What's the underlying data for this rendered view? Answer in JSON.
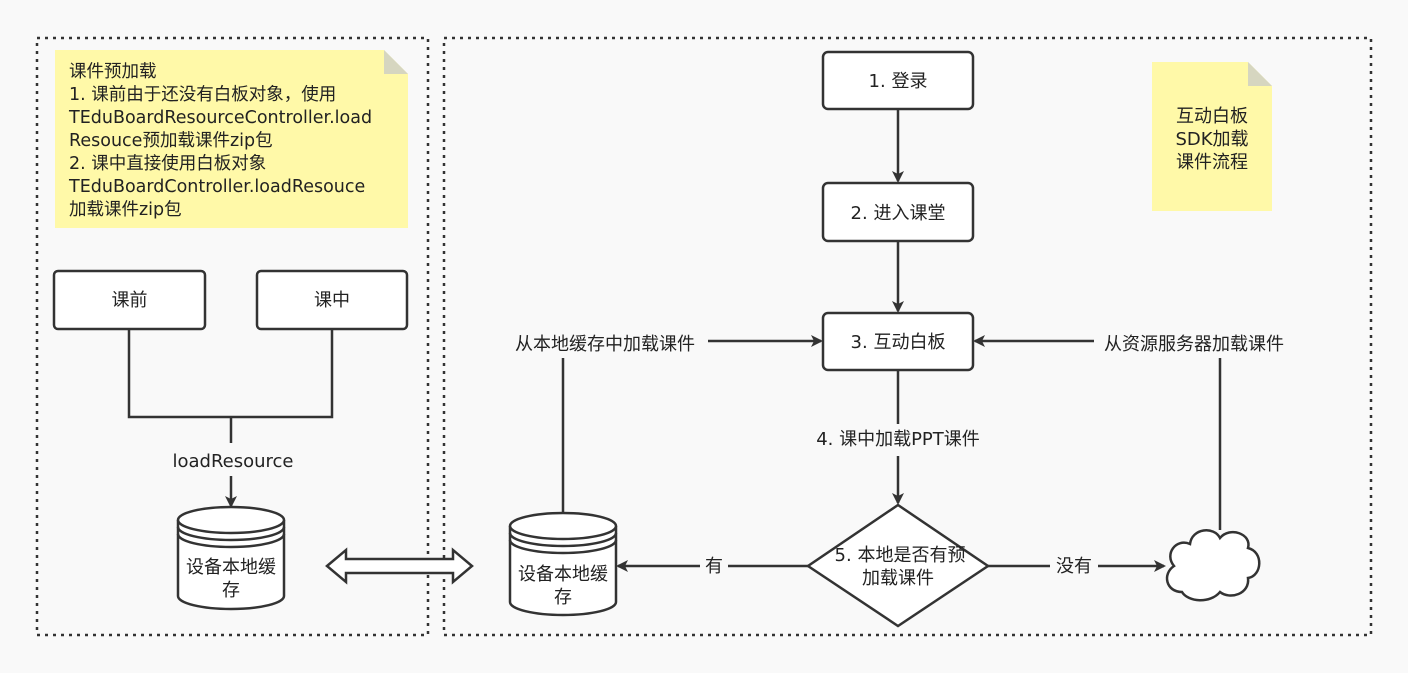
{
  "colors": {
    "background": "#f9f9f9",
    "stroke": "#333333",
    "note_fill": "#fff9a8",
    "note_fold": "#d6d6c0",
    "text": "#222222"
  },
  "left_panel": {
    "note": {
      "lines": [
        "课件预加载",
        "1. 课前由于还没有白板对象，使用",
        "TEduBoardResourceController.load",
        "Resouce预加载课件zip包",
        "2. 课中直接使用白板对象",
        "TEduBoardController.loadResouce",
        "加载课件zip包"
      ]
    },
    "before_class_label": "课前",
    "in_class_label": "课中",
    "load_resource_label": "loadResource",
    "cache_lines": [
      "设备本地缓",
      "存"
    ]
  },
  "right_panel": {
    "title_note_lines": [
      "互动白板",
      "SDK加载",
      "课件流程"
    ],
    "steps": {
      "login": "1. 登录",
      "enter_class": "2. 进入课堂",
      "whiteboard": "3. 互动白板"
    },
    "load_ppt_label": "4. 课中加载PPT课件",
    "decision_lines": [
      "5. 本地是否有预",
      "加载课件"
    ],
    "yes_label": "有",
    "no_label": "没有",
    "cache_lines": [
      "设备本地缓",
      "存"
    ],
    "from_cache_label": "从本地缓存中加载课件",
    "from_server_label": "从资源服务器加载课件"
  }
}
